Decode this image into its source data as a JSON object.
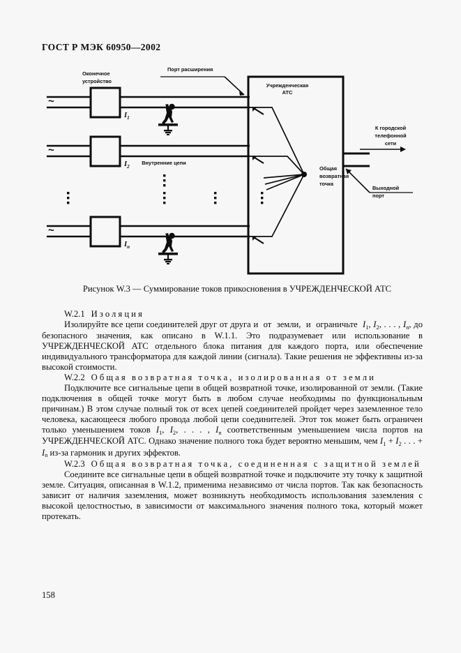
{
  "header": {
    "standard": "ГОСТ Р МЭК 60950—2002"
  },
  "figure": {
    "caption": "Рисунок W.3 — Суммирование токов прикосновения в УЧРЕЖДЕНЧЕСКОЙ АТС",
    "labels": {
      "terminal_device_line1": "Оконечное",
      "terminal_device_line2": "устройство",
      "extension_port": "Порт расширения",
      "pbx_line1": "Учрежденческая",
      "pbx_line2": "АТС",
      "internal_circuits": "Внутренние цепи",
      "common_return_line1": "Общая",
      "common_return_line2": "возвратная",
      "common_return_line3": "точка",
      "to_network_line1": "К городской",
      "to_network_line2": "телефонной",
      "to_network_line3": "сети",
      "output_port_line1": "Выходной",
      "output_port_line2": "порт"
    },
    "currents": {
      "i1": "I",
      "i1_sub": "1",
      "i2": "I",
      "i2_sub": "2",
      "in": "I",
      "in_sub": "n"
    },
    "ac_symbol": "~"
  },
  "sections": [
    {
      "number": "W.2.1",
      "title": "Изоляция",
      "paragraphs": [
        "Изолируйте все цепи соединителей друг от друга и от земли, и ограничьте I1, I2, . . . , In, до безопасного значения, как описано в W.1.1. Это подразумевает или использование в УЧРЕЖДЕНЧЕСКОЙ АТС отдельного блока питания для каждого порта, или обеспечение индивидуального трансформатора для каждой линии (сигнала). Такие решения не эффективны из-за высокой стоимости."
      ]
    },
    {
      "number": "W.2.2",
      "title": "Общая возвратная точка, изолированная от земли",
      "paragraphs": [
        "Подключите все сигнальные цепи в общей возвратной точке, изолированной от земли. (Такие подключения в общей точке могут быть в любом случае необходимы по функциональным причинам.) В этом случае полный ток от всех цепей соединителей пройдет через заземленное тело человека, касающееся любого провода любой цепи соединителей. Этот ток может быть ограничен только уменьшением токов I1, I2, . . . , In соответственным уменьшением числа портов на УЧРЕЖДЕНЧЕСКОЙ АТС. Однако значение полного тока будет вероятно меньшим, чем I1 + I2 . . . + In из-за гармоник и других эффектов."
      ]
    },
    {
      "number": "W.2.3",
      "title": "Общая возвратная точка, соединенная с защитной землей",
      "paragraphs": [
        "Соедините все сигнальные цепи в общей возвратной точке и подключите эту точку к защитной земле. Ситуация, описанная в W.1.2, применима независимо от числа портов. Так как безопасность зависит от наличия заземления, может возникнуть необходимость использования заземления с высокой целостностью, в зависимости от максимального значения полного тока, который может протекать."
      ]
    }
  ],
  "footer": {
    "page_number": "158"
  }
}
